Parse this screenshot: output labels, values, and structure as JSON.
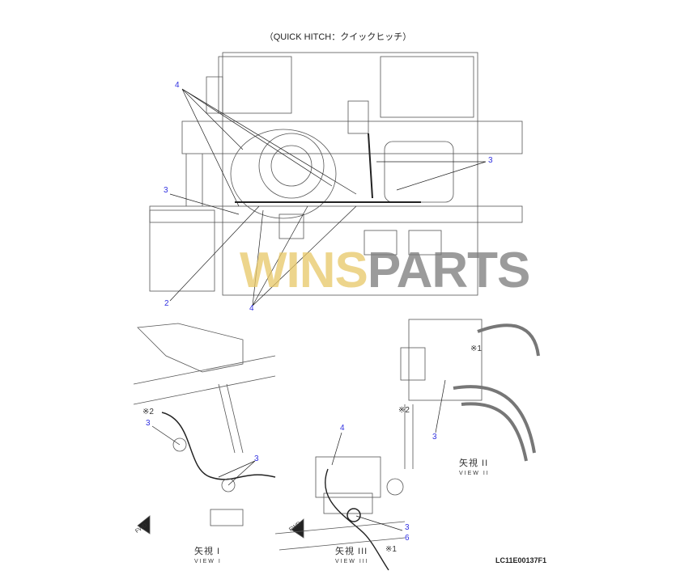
{
  "title": "（QUICK HITCH：クイックヒッチ）",
  "main_view": {
    "callouts": [
      "4",
      "3",
      "3",
      "2",
      "4"
    ]
  },
  "view_1": {
    "label_jp": "矢視 I",
    "label_en": "VIEW I",
    "callouts": [
      "3",
      "3"
    ],
    "note": "※2",
    "fwd": "FWD"
  },
  "view_2": {
    "label_jp": "矢視 II",
    "label_en": "VIEW II",
    "callouts": [
      "3"
    ],
    "notes": [
      "※2",
      "※1"
    ]
  },
  "view_3": {
    "label_jp": "矢視 III",
    "label_en": "VIEW III",
    "callouts": [
      "4",
      "3",
      "6"
    ],
    "note": "※1",
    "fwd": "FWD"
  },
  "drawing_code": "LC11E00137F1",
  "watermark": {
    "part1": "WINS",
    "part2": "PARTS"
  },
  "colors": {
    "callout": "#3030e0",
    "watermark_yellow": "#e8c766",
    "watermark_gray": "#7a7a7a"
  }
}
